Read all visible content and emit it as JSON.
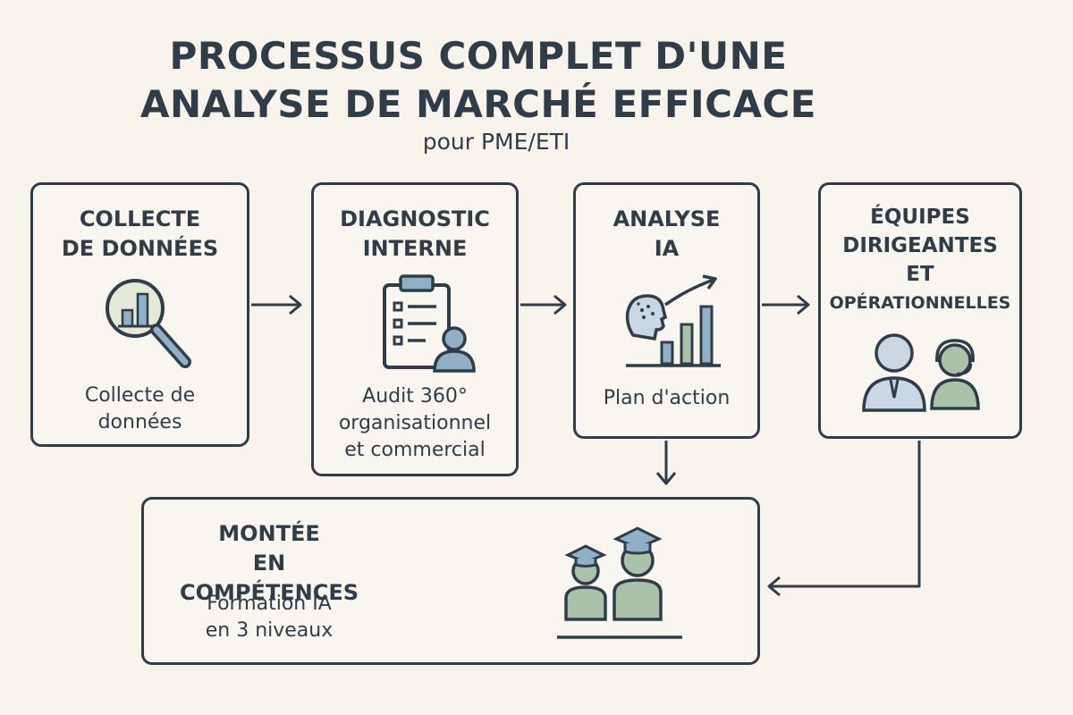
{
  "title": {
    "line1": "PROCESSUS COMPLET D'UNE",
    "line2": "ANALYSE DE MARCHÉ EFFICACE"
  },
  "subtitle": "pour PME/ETI",
  "steps": [
    {
      "title_lines": [
        "COLLECTE",
        "DE DONNÉES"
      ],
      "text_lines": [
        "Collecte de",
        "données"
      ],
      "icon": "magnifier-chart-icon"
    },
    {
      "title_lines": [
        "DIAGNOSTIC",
        "INTERNE"
      ],
      "text_lines": [
        "Audit 360°",
        "organisationnel",
        "et commercial"
      ],
      "icon": "clipboard-person-icon"
    },
    {
      "title_lines": [
        "ANALYSE",
        "IA"
      ],
      "text_lines": [
        "Plan d'action"
      ],
      "icon": "ai-head-growth-chart-icon"
    },
    {
      "title_lines": [
        "ÉQUIPES",
        "DIRIGEANTES",
        "ET",
        "OPÉRATIONNELLES"
      ],
      "text_lines": [],
      "icon": "two-people-icon"
    }
  ],
  "training": {
    "title_lines": [
      "MONTÉE",
      "EN COMPÉTENCES"
    ],
    "text_lines": [
      "Formation IA",
      "en 3 niveaux"
    ],
    "icon": "graduates-icon"
  },
  "colors": {
    "background": "#f8f4ec",
    "outline": "#2e3d48",
    "blue": "#8fb0c7",
    "green": "#a9c2a8"
  }
}
